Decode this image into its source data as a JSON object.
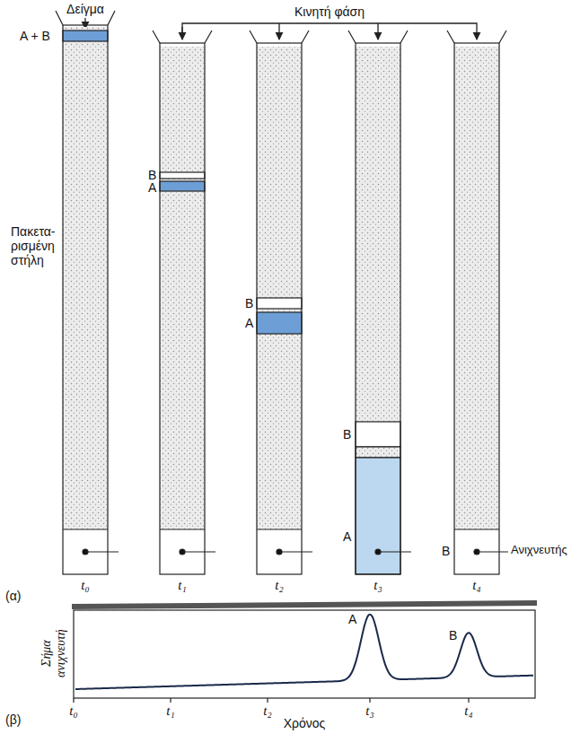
{
  "diagram": {
    "labels": [
      "Δείγμα",
      "Κινητή φάση",
      "A + B",
      "Πακετα- ρισμένη στήλη",
      "B",
      "A",
      "B",
      "A",
      "B",
      "A",
      "B",
      "Ανιχνευτής",
      "t₀",
      "t₁",
      "t₂",
      "t₃",
      "t₄",
      "(α)",
      "Σήμα ανιχνευτή",
      "A",
      "B",
      "t₀",
      "t₁",
      "t₂",
      "t₃",
      "t₄",
      "(β)",
      "Χρόνος"
    ]
  }
}
